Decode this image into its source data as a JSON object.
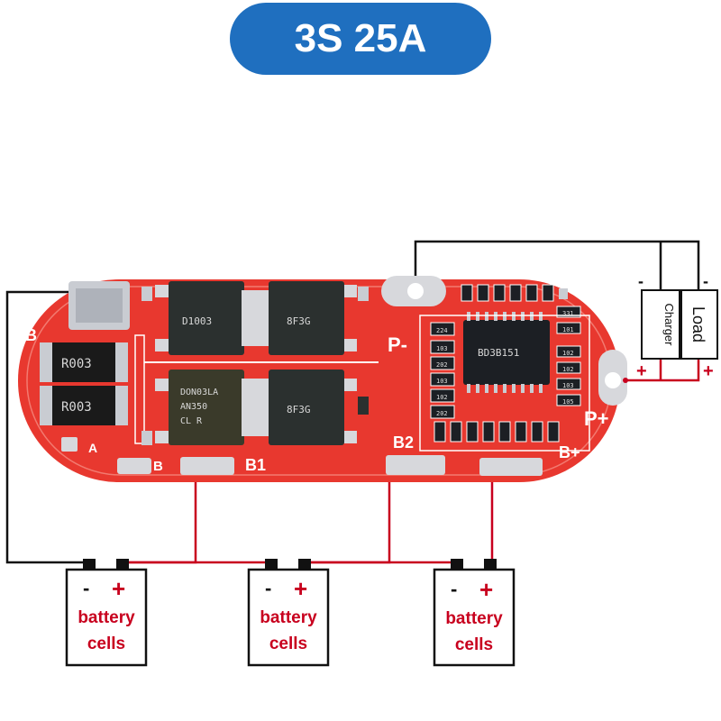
{
  "title": "3S 25A",
  "colors": {
    "board": "#e8382f",
    "title_bg": "#1f6fbf",
    "wire_black": "#111111",
    "wire_red": "#c8001e"
  },
  "board": {
    "label_b_minus": "B-",
    "label_p_minus": "P-",
    "label_p_plus": "P+",
    "label_b_plus": "B+",
    "label_b1": "B1",
    "label_b2": "B2",
    "label_b": "B",
    "label_a": "A",
    "resistor_1": "R003",
    "resistor_2": "R003",
    "mosfet_1": "D1003",
    "mosfet_2": "8F3G",
    "mosfet_3": "DON03LA",
    "mosfet_3_b": "AN350",
    "mosfet_3_c": "CL R",
    "mosfet_4": "8F3G",
    "ic_text": "BD3B151",
    "smd": [
      "224",
      "103",
      "202",
      "103",
      "102",
      "202",
      "102",
      "102",
      "103",
      "105",
      "101",
      "331"
    ]
  },
  "charger": {
    "label": "Charger",
    "minus": "-",
    "plus": "+"
  },
  "load": {
    "label": "Load",
    "minus": "-",
    "plus": "+"
  },
  "batteries": [
    {
      "minus": "-",
      "plus": "+",
      "line1": "battery",
      "line2": "cells"
    },
    {
      "minus": "-",
      "plus": "+",
      "line1": "battery",
      "line2": "cells"
    },
    {
      "minus": "-",
      "plus": "+",
      "line1": "battery",
      "line2": "cells"
    }
  ]
}
